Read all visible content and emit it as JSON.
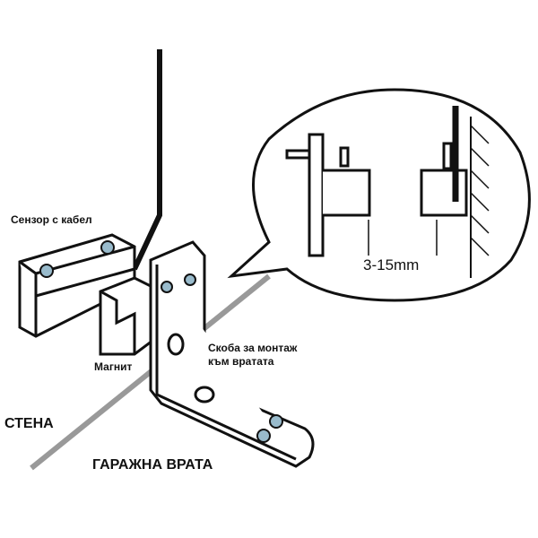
{
  "labels": {
    "sensor": "Сензор с кабел",
    "magnet": "Магнит",
    "bracket_line1": "Скоба за монтаж",
    "bracket_line2": "към вратата",
    "wall": "СТЕНА",
    "garage_door": "ГАРАЖНА ВРАТА",
    "gap": "3-15mm"
  }
}
